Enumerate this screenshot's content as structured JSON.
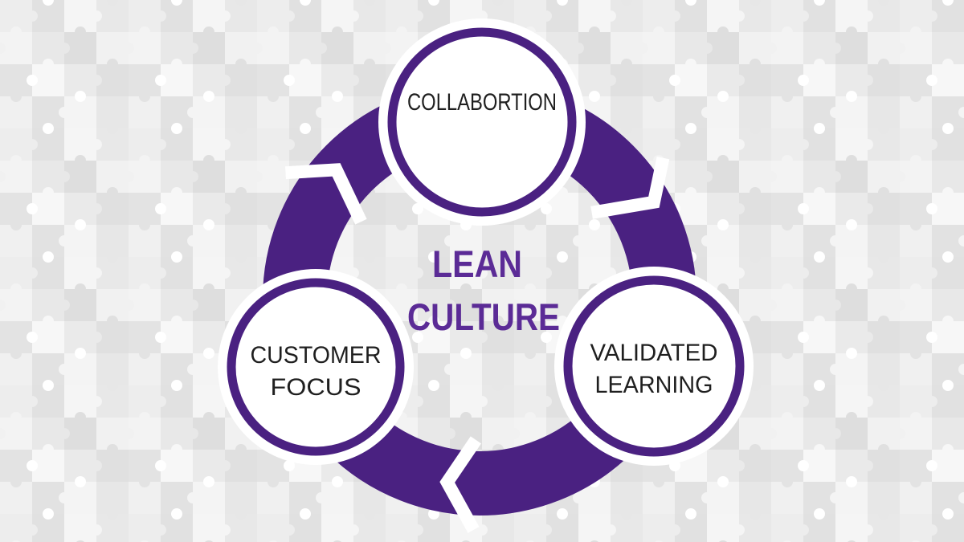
{
  "diagram": {
    "type": "cycle",
    "direction": "clockwise",
    "segment_count": 3,
    "title_line1": "LEAN",
    "title_line2": "CULTURE"
  },
  "nodes": {
    "collaboration": {
      "line1": "COLLABORTION"
    },
    "customer_focus": {
      "line1": "CUSTOMER",
      "line2": "FOCUS"
    },
    "validated_learning": {
      "line1": "VALIDATED",
      "line2": "LEARNING"
    }
  },
  "colors": {
    "ring_purple": "#4a2181",
    "node_border_purple": "#4a2181",
    "title_purple": "#5b2b96",
    "node_text": "#1f1f1f",
    "background_base": "#ebebeb",
    "gap_white": "#ffffff"
  }
}
